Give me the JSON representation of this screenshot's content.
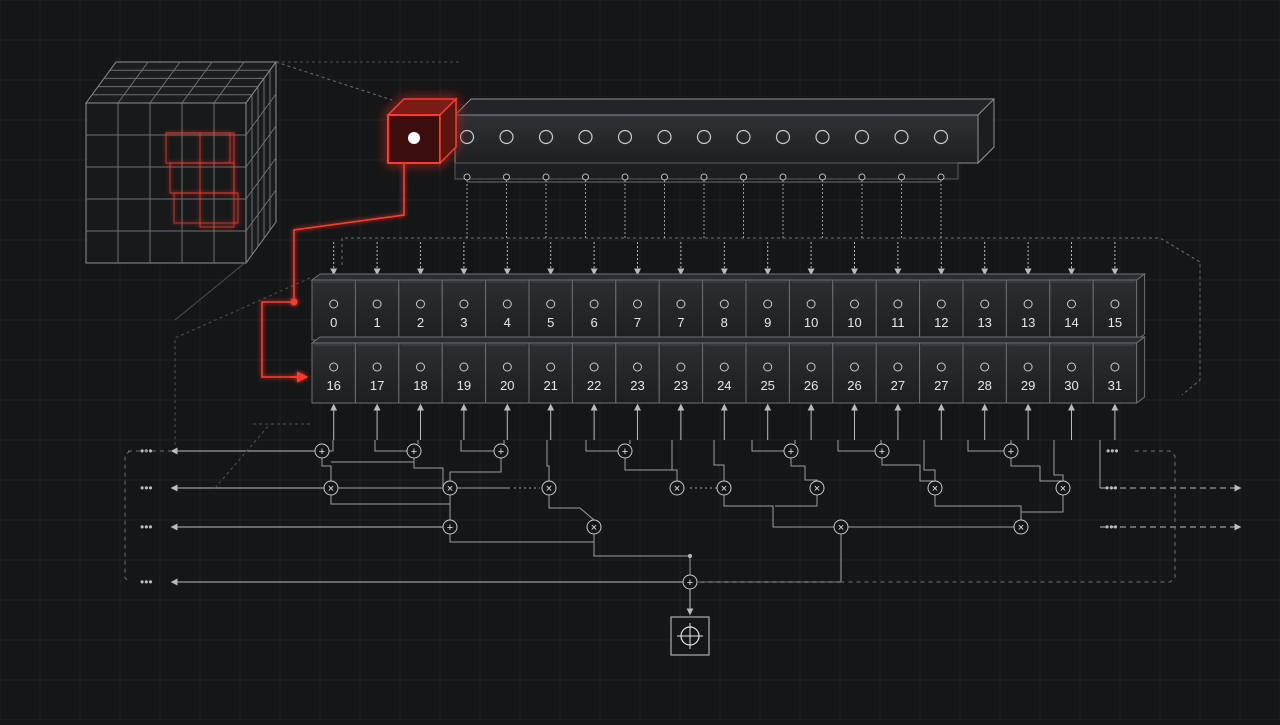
{
  "cell_labels": [
    [
      "0",
      "1",
      "2",
      "3",
      "4",
      "5",
      "6",
      "7",
      "7",
      "8",
      "9",
      "10",
      "10",
      "11",
      "12",
      "13",
      "13",
      "14",
      "15"
    ],
    [
      "16",
      "17",
      "18",
      "19",
      "20",
      "21",
      "22",
      "23",
      "23",
      "24",
      "25",
      "26",
      "26",
      "27",
      "27",
      "28",
      "29",
      "30",
      "31"
    ]
  ],
  "bar_slots": 13,
  "operators": {
    "add": "+",
    "multiply": "×"
  },
  "colors": {
    "background": "#151617",
    "grid": "#1f2123",
    "line": "#b9bcbf",
    "dim_line": "#7b7f83",
    "accent": "#ff3a2e",
    "cell_face": "#232527",
    "cell_edge": "#5a5d60"
  },
  "icons": {
    "output": "crosshair-icon",
    "cube": "voxel-cube-icon"
  }
}
